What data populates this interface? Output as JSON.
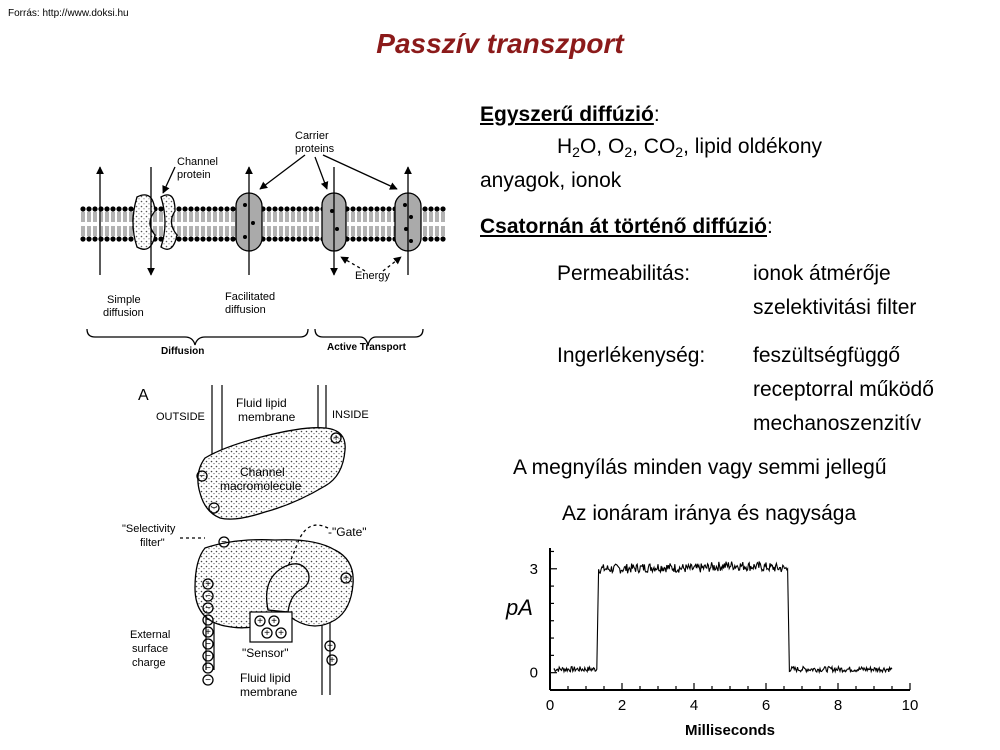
{
  "source": "Forrás: http://www.doksi.hu",
  "title": "Passzív transzport",
  "simple": {
    "heading": "Egyszerű diffúzió",
    "colon": ":",
    "line1_parts": [
      "H",
      "2",
      "O, O",
      "2",
      ", CO",
      "2",
      ", lipid oldékony"
    ],
    "line2": "anyagok, ionok"
  },
  "channel": {
    "heading": "Csatornán át történő diffúzió",
    "colon": ":",
    "permeability_label": "Permeabilitás:",
    "permeability_items": [
      "ionok átmérője",
      "szelektivitási filter"
    ],
    "excitability_label": "Ingerlékenység:",
    "excitability_items": [
      "feszültségfüggő",
      "receptorral működő",
      "mechanoszenzitív"
    ]
  },
  "statements": [
    "A megnyílás minden vagy semmi jellegű",
    "Az ionáram iránya és nagysága"
  ],
  "diagram_top": {
    "labels": {
      "carrier": [
        "Carrier",
        "proteins"
      ],
      "channel": [
        "Channel",
        "protein"
      ],
      "simple": [
        "Simple",
        "diffusion"
      ],
      "facilitated": [
        "Facilitated",
        "diffusion"
      ],
      "energy": "Energy",
      "diffusion": "Diffusion",
      "active": "Active Transport"
    }
  },
  "diagram_bottom": {
    "labels": {
      "letter": "A",
      "outside": "OUTSIDE",
      "membrane_top": [
        "Fluid lipid",
        "membrane"
      ],
      "inside": "INSIDE",
      "channel": [
        "Channel",
        "macromolecule"
      ],
      "selectivity": [
        "\"Selectivity",
        "filter\""
      ],
      "gate": "-\"Gate\"",
      "external": [
        "External",
        "surface",
        "charge"
      ],
      "sensor": "\"Sensor\"",
      "membrane_bottom": [
        "Fluid lipid",
        "membrane"
      ]
    }
  },
  "chart_data": {
    "type": "line",
    "title": "",
    "xlabel": "Milliseconds",
    "ylabel": "pA",
    "xlim": [
      0,
      10
    ],
    "ylim": [
      -0.5,
      3.6
    ],
    "xticks": [
      0,
      2,
      4,
      6,
      8,
      10
    ],
    "yticks": [
      0,
      3
    ],
    "series": [
      {
        "x": [
          0.1,
          1.3,
          1.35,
          2.0,
          3.0,
          4.0,
          5.0,
          6.0,
          6.6,
          6.65,
          7.5,
          8.5,
          9.5
        ],
        "values": [
          0.1,
          0.1,
          3.0,
          3.0,
          3.05,
          3.0,
          3.1,
          3.05,
          3.0,
          0.1,
          0.1,
          0.1,
          0.1
        ]
      }
    ]
  }
}
